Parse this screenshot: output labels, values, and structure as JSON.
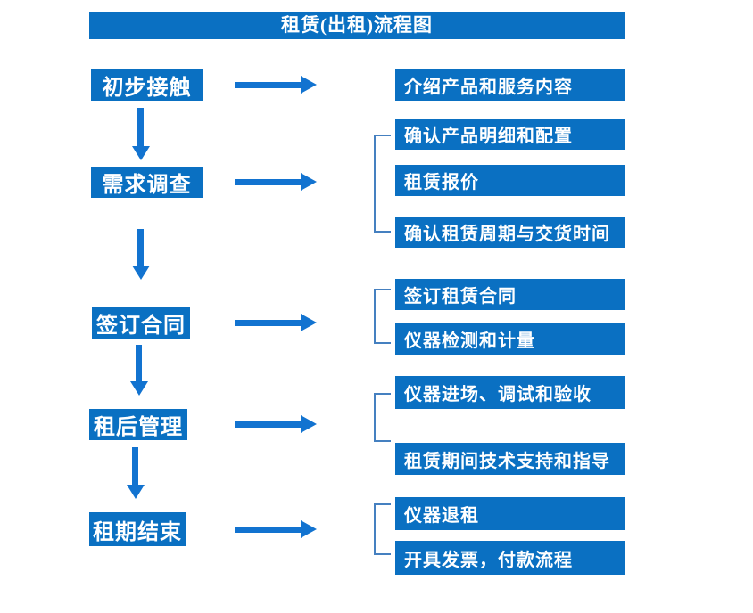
{
  "title": "租赁(出租)流程图",
  "colors": {
    "box_blue": "#0a70c2",
    "arrow_blue": "#1273d0",
    "bracket_blue": "#4580c0",
    "text_white": "#ffffff"
  },
  "stages": [
    {
      "label": "初步接触",
      "outputs": [
        "介绍产品和服务内容"
      ]
    },
    {
      "label": "需求调查",
      "outputs": [
        "确认产品明细和配置",
        "租赁报价",
        "确认租赁周期与交货时间"
      ]
    },
    {
      "label": "签订合同",
      "outputs": [
        "签订租赁合同",
        "仪器检测和计量"
      ]
    },
    {
      "label": "租后管理",
      "outputs": [
        "仪器进场、调试和验收",
        "租赁期间技术支持和指导"
      ]
    },
    {
      "label": "租期结束",
      "outputs": [
        "仪器退租",
        "开具发票，付款流程"
      ]
    }
  ]
}
